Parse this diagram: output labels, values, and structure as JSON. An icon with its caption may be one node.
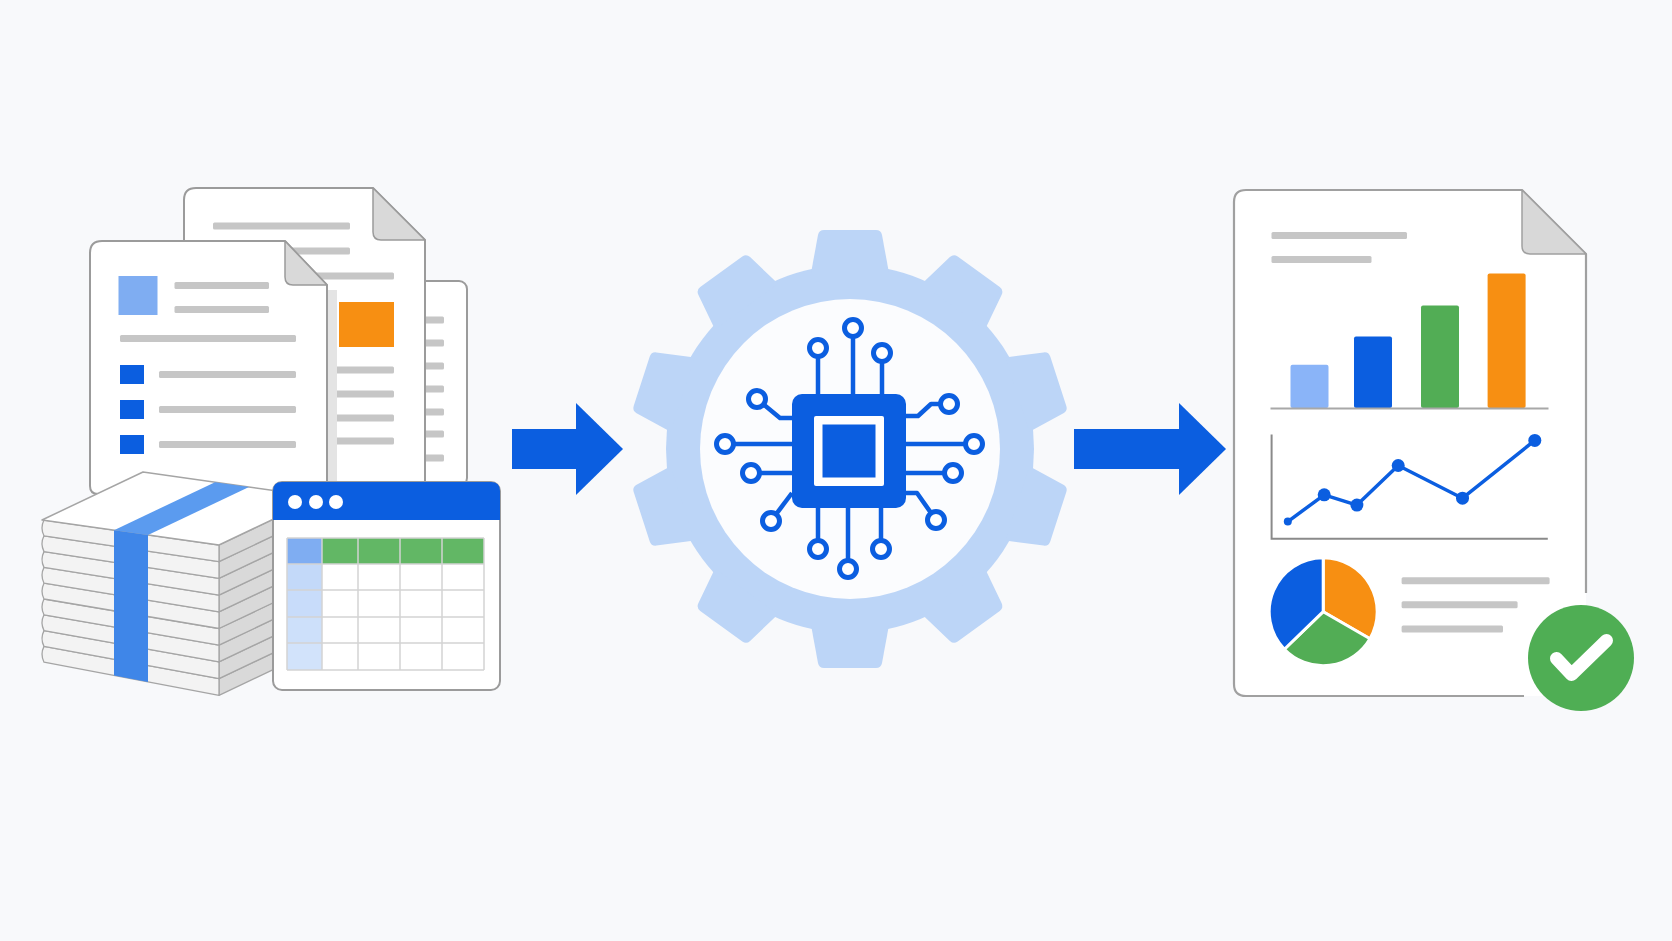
{
  "diagram": {
    "nodes": [
      {
        "text": [],
        "shape": "picture"
      },
      {
        "text": [],
        "shape": "picture"
      },
      {
        "text": [],
        "shape": "picture"
      }
    ],
    "edges": [
      {
        "from": 0,
        "to": 1,
        "arrow": "to"
      },
      {
        "from": 1,
        "to": 2,
        "arrow": "to"
      }
    ]
  }
}
